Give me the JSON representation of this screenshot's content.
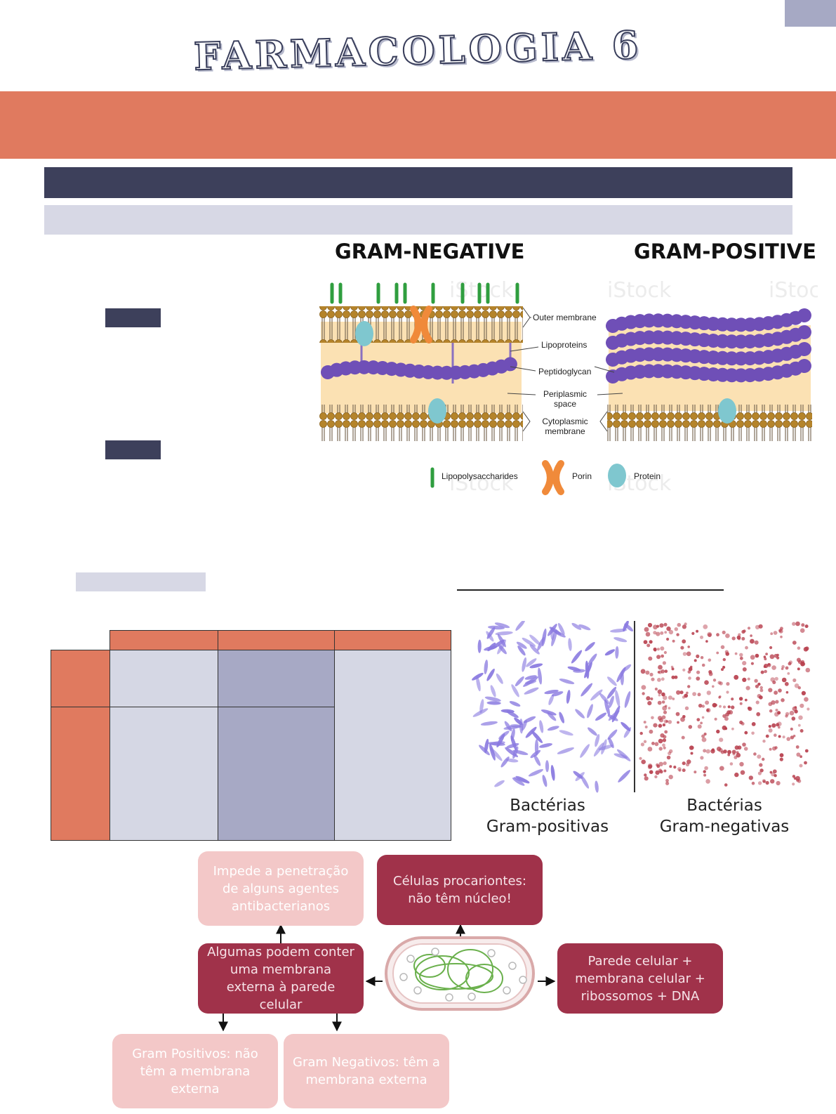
{
  "header": {
    "logo_text": "FARMACOLOGIA 6"
  },
  "diagram": {
    "gram_negative_title": "GRAM-NEGATIVE",
    "gram_positive_title": "GRAM-POSITIVE",
    "labels": {
      "outer_membrane": "Outer membrane",
      "lipoproteins": "Lipoproteins",
      "peptidoglycan": "Peptidoglycan",
      "periplasmic_1": "Periplasmic",
      "periplasmic_2": "space",
      "cytoplasmic_1": "Cytoplasmic",
      "cytoplasmic_2": "membrane"
    },
    "legend": {
      "lipopolysaccharides": "Lipopolysaccharides",
      "porin": "Porin",
      "protein": "Protein"
    },
    "watermark": "iStock",
    "colors": {
      "lipid_head": "#b5842a",
      "peptidoglycan": "#7d5cc0",
      "periplasm": "#fbe1b3",
      "porin": "#f08a3a",
      "protein": "#7fc7cf",
      "lps": "#2f9e3f"
    }
  },
  "stain": {
    "positive_line1": "Bactérias",
    "positive_line2": "Gram-positivas",
    "negative_line1": "Bactérias",
    "negative_line2": "Gram-negativas",
    "colors": {
      "positive": "#8a7ae0",
      "negative": "#b8404e"
    }
  },
  "flowchart": {
    "impede": "Impede a penetração de alguns agentes antibacterianos",
    "celulas": "Células procariontes: não têm núcleo!",
    "algumas": "Algumas podem conter uma membrana externa à parede celular",
    "parede": "Parede celular + membrana celular + ribossomos + DNA",
    "gram_pos": "Gram Positivos: não têm a membrana externa",
    "gram_neg": "Gram Negativos: têm a membrana externa",
    "colors": {
      "dark": "#a0324a",
      "light": "#f3c8c8"
    }
  },
  "theme": {
    "orange": "#e07a5f",
    "navy": "#3d405b",
    "lavender": "#d7d8e5",
    "periwinkle": "#a7a9c5"
  }
}
